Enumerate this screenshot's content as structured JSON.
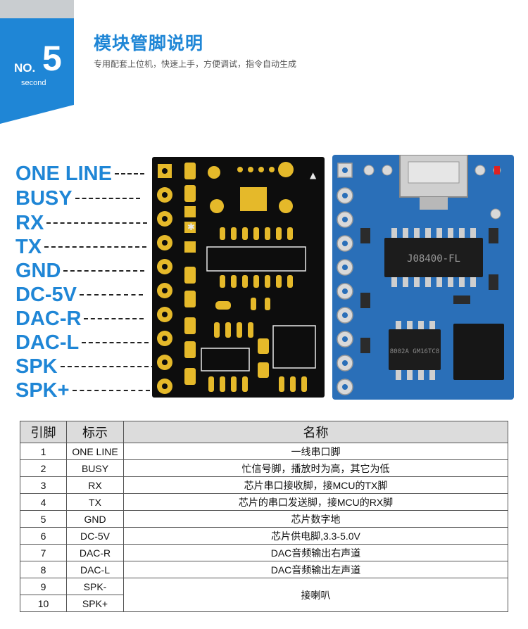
{
  "header": {
    "badge_no": "NO.",
    "badge_num": "5",
    "badge_sub": "second",
    "title": "模块管脚说明",
    "subtitle": "专用配套上位机，快速上手，方便调试，指令自动生成"
  },
  "pin_labels": [
    "ONE LINE",
    "BUSY",
    "RX",
    "TX",
    "GND",
    "DC-5V",
    "DAC-R",
    "DAC-L",
    "SPK",
    "SPK+"
  ],
  "board": {
    "chip_label": "J08400-FL",
    "chip2_label": "8002A GM16TC8"
  },
  "table": {
    "headers": [
      "引脚",
      "标示",
      "名称"
    ],
    "rows": [
      {
        "pin": "1",
        "mark": "ONE LINE",
        "name": "一线串口脚"
      },
      {
        "pin": "2",
        "mark": "BUSY",
        "name": "忙信号脚，播放时为高，其它为低"
      },
      {
        "pin": "3",
        "mark": "RX",
        "name": "芯片串口接收脚，接MCU的TX脚"
      },
      {
        "pin": "4",
        "mark": "TX",
        "name": "芯片的串口发送脚，接MCU的RX脚"
      },
      {
        "pin": "5",
        "mark": "GND",
        "name": "芯片数字地"
      },
      {
        "pin": "6",
        "mark": "DC-5V",
        "name": "芯片供电脚,3.3-5.0V"
      },
      {
        "pin": "7",
        "mark": "DAC-R",
        "name": "DAC音频输出右声道"
      },
      {
        "pin": "8",
        "mark": "DAC-L",
        "name": "DAC音频输出左声道"
      },
      {
        "pin": "9",
        "mark": "SPK-",
        "name": "接喇叭"
      },
      {
        "pin": "10",
        "mark": "SPK+",
        "name": ""
      }
    ]
  },
  "colors": {
    "accent": "#1f86d6",
    "board_blue": "#2a6fb8",
    "pad_gold": "#e5b92a"
  }
}
